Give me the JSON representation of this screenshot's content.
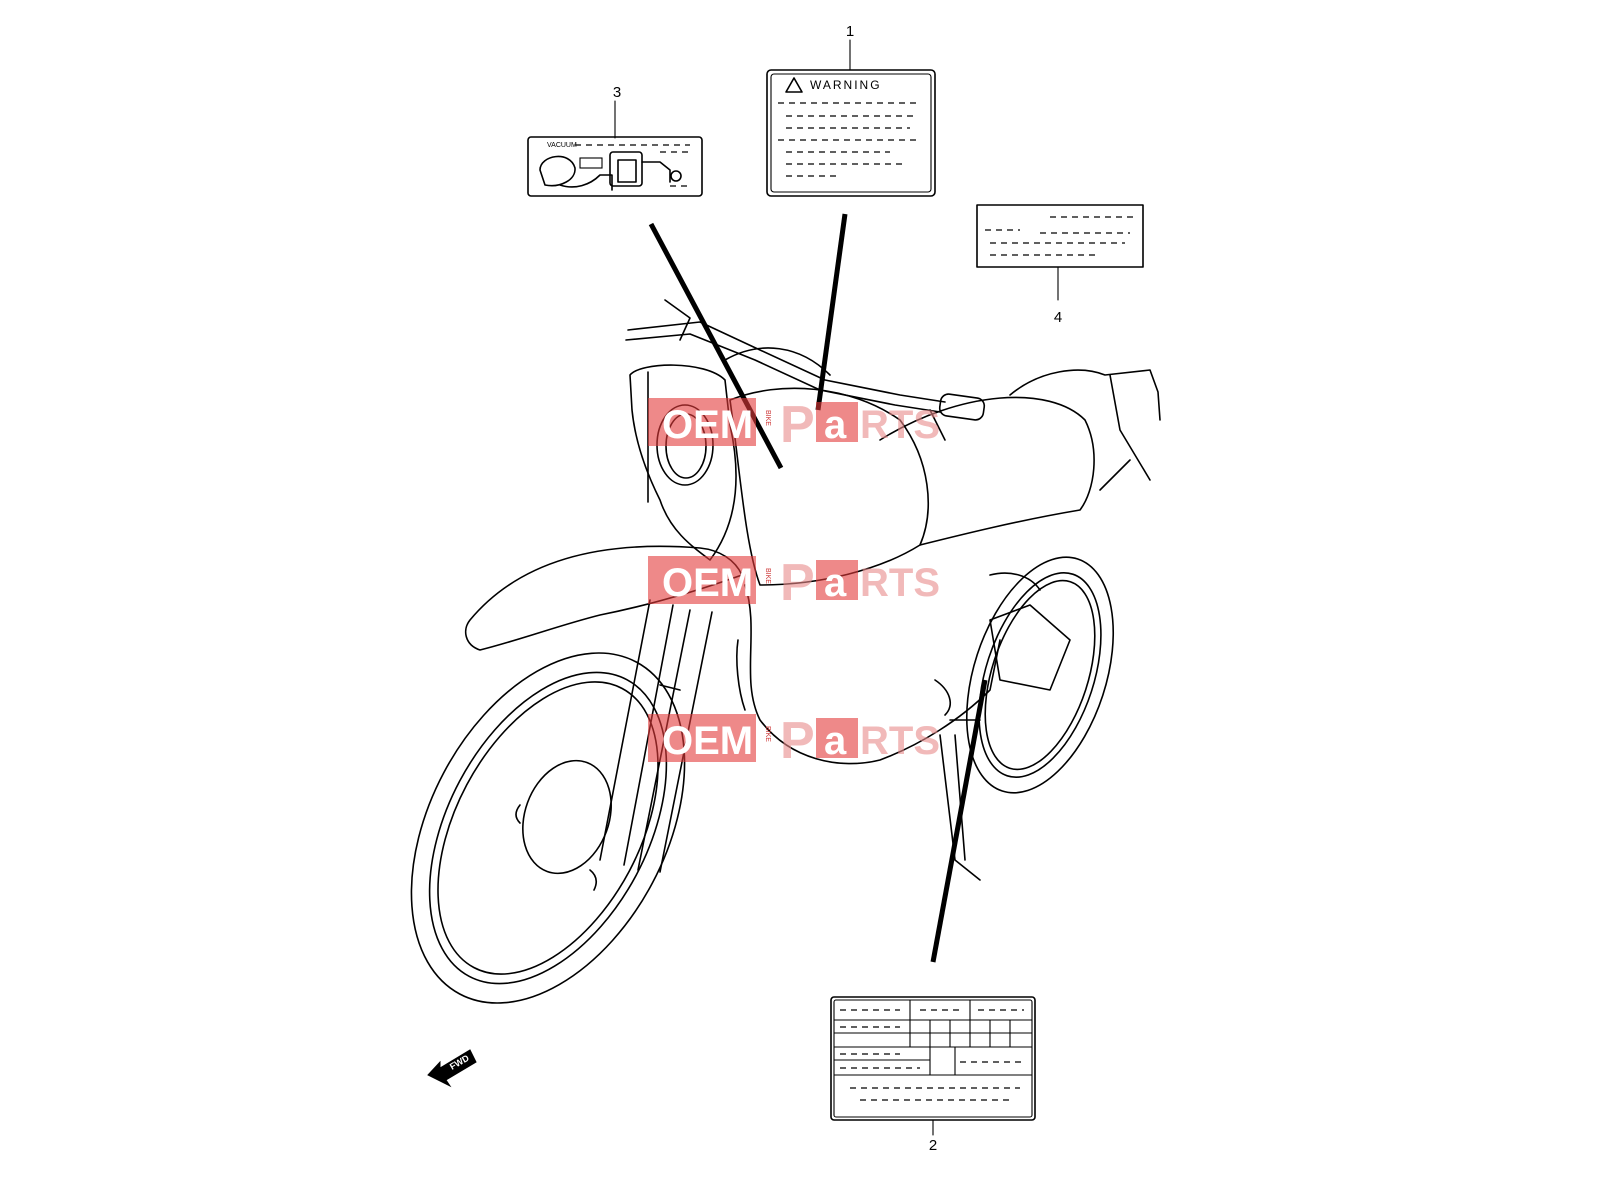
{
  "callouts": {
    "c1": "1",
    "c2": "2",
    "c3": "3",
    "c4": "4"
  },
  "labels": {
    "warning_title": "WARNING",
    "vacuum_text": "VACUUM"
  },
  "direction": {
    "fwd": "FWD"
  },
  "watermark": {
    "oem": "OEM",
    "bike": "BIKE",
    "p": "P",
    "a": "a",
    "rts": "RTS",
    "colors": {
      "red": "#e23b3b",
      "pink": "#e98b8b"
    }
  },
  "icons": {
    "warning": "warning-triangle-icon",
    "fwd": "fwd-arrow-icon"
  }
}
